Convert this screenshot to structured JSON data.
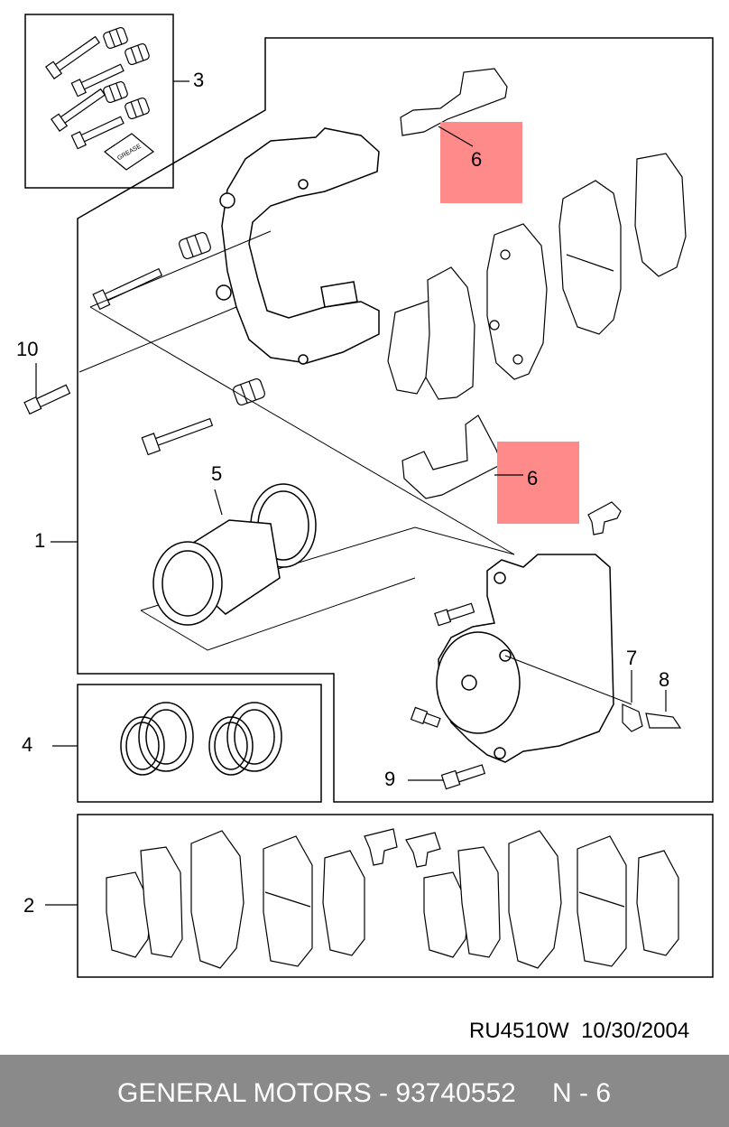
{
  "callouts": {
    "c1": "1",
    "c2": "2",
    "c3": "3",
    "c4": "4",
    "c5": "5",
    "c6a": "6",
    "c6b": "6",
    "c7": "7",
    "c8": "8",
    "c9": "9",
    "c10": "10"
  },
  "grease_label": "GREASE",
  "highlight_color": "#ff8a8a",
  "reference": {
    "code": "RU4510W",
    "date": "10/30/2004"
  },
  "footer": {
    "brand_part": "GENERAL MOTORS - 93740552",
    "position": "N - 6"
  }
}
